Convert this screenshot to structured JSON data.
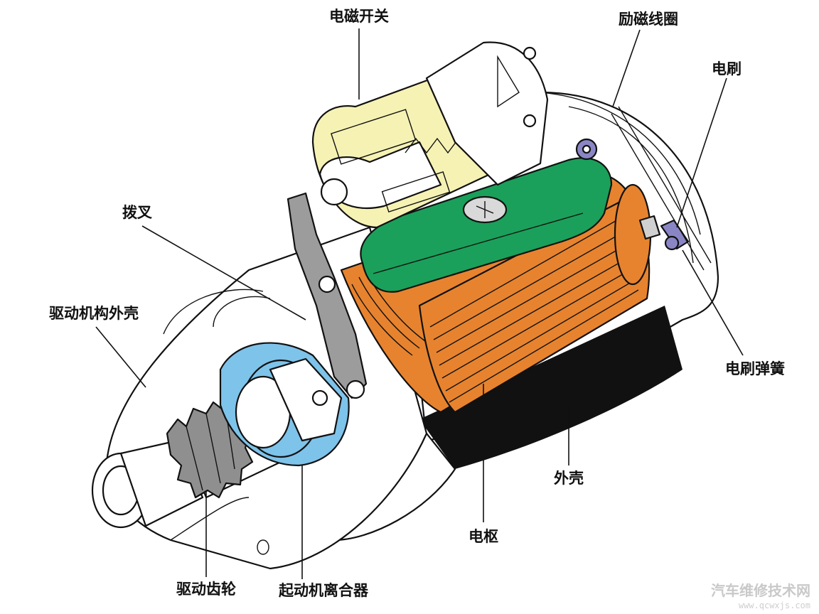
{
  "labels": {
    "solenoid_switch": "电磁开关",
    "field_coil": "励磁线圈",
    "brush": "电刷",
    "shift_fork": "拨叉",
    "drive_housing": "驱动机构外壳",
    "brush_spring": "电刷弹簧",
    "outer_shell": "外壳",
    "armature": "电枢",
    "drive_gear": "驱动齿轮",
    "overrunning_clutch": "起动机离合器"
  },
  "watermark": {
    "title": "汽车维修技术网",
    "url": "www.qcwxjs.com"
  },
  "colors": {
    "solenoid_body": "#f6f2b4",
    "field_coil_green": "#1aa05a",
    "armature_copper": "#e7832e",
    "clutch_blue": "#7ec3ea",
    "brush_purple": "#8a86c6",
    "outline": "#111111",
    "housing": "#ffffff"
  }
}
